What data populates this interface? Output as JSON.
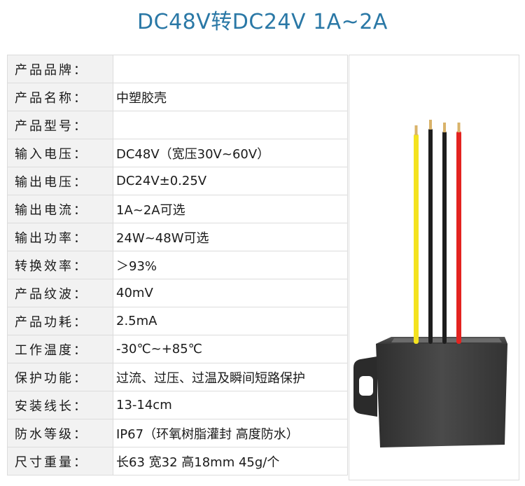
{
  "title": "DC48V转DC24V  1A~2A",
  "specs": [
    {
      "label": "产品品牌：",
      "value": ""
    },
    {
      "label": "产品名称：",
      "value": "中塑胶壳"
    },
    {
      "label": "产品型号：",
      "value": ""
    },
    {
      "label": "输入电压：",
      "value": "DC48V（宽压30V~60V）"
    },
    {
      "label": "输出电压：",
      "value": "DC24V±0.25V"
    },
    {
      "label": "输出电流：",
      "value": "1A~2A可选"
    },
    {
      "label": "输出功率：",
      "value": "24W~48W可选"
    },
    {
      "label": "转换效率：",
      "value": "＞93%"
    },
    {
      "label": "产品纹波：",
      "value": "40mV"
    },
    {
      "label": "产品功耗：",
      "value": "2.5mA"
    },
    {
      "label": "工作温度：",
      "value": "-30℃~+85℃"
    },
    {
      "label": "保护功能：",
      "value": "过流、过压、过温及瞬间短路保护"
    },
    {
      "label": "安装线长：",
      "value": "13-14cm"
    },
    {
      "label": "防水等级：",
      "value": "IP67（环氧树脂灌封 高度防水）"
    },
    {
      "label": "尺寸重量：",
      "value": "长63 宽32 高18mm    45g/个"
    }
  ],
  "photo": {
    "wire_colors": [
      "#f4e21f",
      "#1e1e1e",
      "#1e1e1e",
      "#e32320"
    ],
    "case_color": "#3a3a3a"
  }
}
